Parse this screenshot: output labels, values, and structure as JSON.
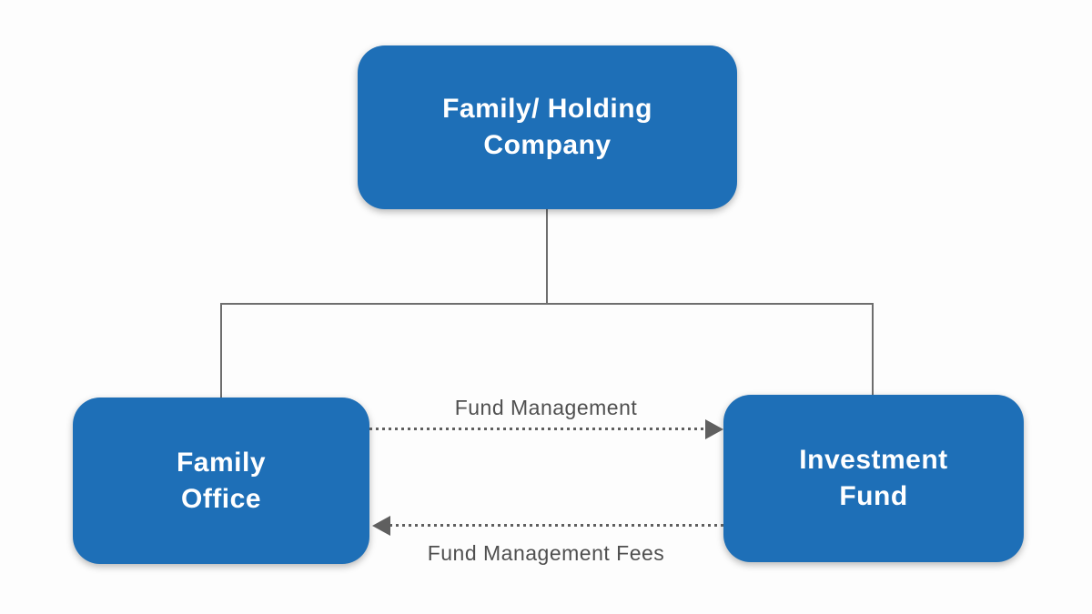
{
  "colors": {
    "node_fill": "#1e6fb7",
    "node_text": "#ffffff",
    "connector": "#6e6e6e",
    "dotted_arrow": "#5f5f5f",
    "edge_label_text": "#4f4f4f",
    "background": "#fdfdfd"
  },
  "nodes": {
    "holding": {
      "lines": [
        "Family/ Holding",
        "Company"
      ],
      "label": "Family/ Holding Company"
    },
    "family_office": {
      "lines": [
        "Family",
        "Office"
      ],
      "label": "Family Office"
    },
    "investment_fund": {
      "lines": [
        "Investment",
        "Fund"
      ],
      "label": "Investment Fund"
    }
  },
  "edges": {
    "hierarchy": {
      "from": "Family/ Holding Company",
      "to": [
        "Family Office",
        "Investment Fund"
      ],
      "style": "solid-elbow"
    },
    "fund_management": {
      "label": "Fund Management",
      "from": "Family Office",
      "to": "Investment Fund",
      "direction": "right",
      "style": "dotted"
    },
    "fund_management_fees": {
      "label": "Fund Management Fees",
      "from": "Investment Fund",
      "to": "Family Office",
      "direction": "left",
      "style": "dotted"
    }
  }
}
